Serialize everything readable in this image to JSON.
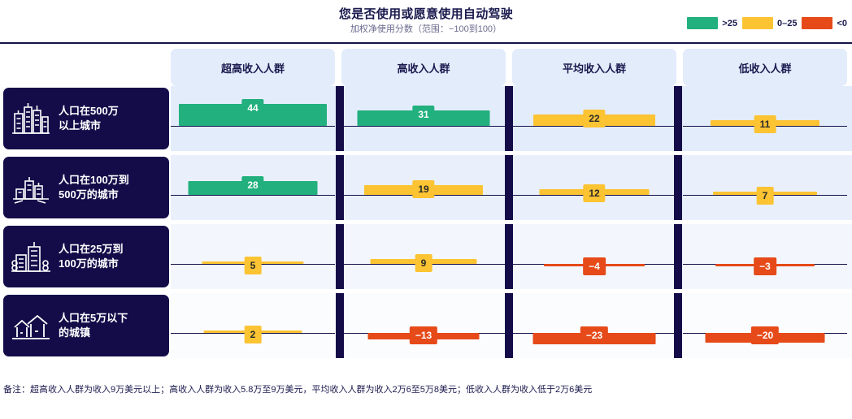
{
  "header": {
    "title": "您是否使用或愿意使用自动驾驶",
    "subtitle": "加权净使用分数（范围：−100到100）"
  },
  "legend": [
    {
      "label": ">25",
      "color": "#21b07e"
    },
    {
      "label": "0–25",
      "color": "#fcc332"
    },
    {
      "label": "<0",
      "color": "#e64a19"
    }
  ],
  "footnote": "备注：超高收入人群为收入9万美元以上；高收入人群为收入5.8万至9万美元，平均收入人群为收入2万6至5万8美元；低收入人群为收入低于2万6美元",
  "icons": {
    "row0": "city-skyline-icon",
    "row1": "town-skyline-icon",
    "row2": "buildings-icon",
    "row3": "houses-icon"
  },
  "chart_data": {
    "type": "bar",
    "title": "您是否使用或愿意使用自动驾驶",
    "subtitle": "加权净使用分数（范围：−100到100）",
    "xlabel": "",
    "ylabel": "加权净使用分数",
    "ylim": [
      -100,
      100
    ],
    "grid": false,
    "legend_position": "top-right",
    "categories": [
      "超高收入人群",
      "高收入人群",
      "平均收入人群",
      "低收入人群"
    ],
    "rows": [
      {
        "label": "人口在500万\n以上城市",
        "values": [
          44,
          31,
          22,
          11
        ],
        "display": [
          "44",
          "31",
          "22",
          "11"
        ],
        "colors": [
          "#21b07e",
          "#21b07e",
          "#fcc332",
          "#fcc332"
        ],
        "band": "#e3ecfb"
      },
      {
        "label": "人口在100万到\n500万的城市",
        "values": [
          28,
          19,
          12,
          7
        ],
        "display": [
          "28",
          "19",
          "12",
          "7"
        ],
        "colors": [
          "#21b07e",
          "#fcc332",
          "#fcc332",
          "#fcc332"
        ],
        "band": "#e9f0fc"
      },
      {
        "label": "人口在25万到\n100万的城市",
        "values": [
          5,
          9,
          -4,
          -3
        ],
        "display": [
          "5",
          "9",
          "−4",
          "−3"
        ],
        "colors": [
          "#fcc332",
          "#fcc332",
          "#e64a19",
          "#e64a19"
        ],
        "band": "#f3f7fd"
      },
      {
        "label": "人口在5万以下\n的城镇",
        "values": [
          2,
          -13,
          -23,
          -20
        ],
        "display": [
          "2",
          "−13",
          "−23",
          "−20"
        ],
        "colors": [
          "#fcc332",
          "#e64a19",
          "#e64a19",
          "#e64a19"
        ],
        "band": "#fbfcfe"
      }
    ],
    "legend_bins": [
      {
        "label": ">25",
        "color": "#21b07e"
      },
      {
        "label": "0–25",
        "color": "#fcc332"
      },
      {
        "label": "<0",
        "color": "#e64a19"
      }
    ]
  }
}
